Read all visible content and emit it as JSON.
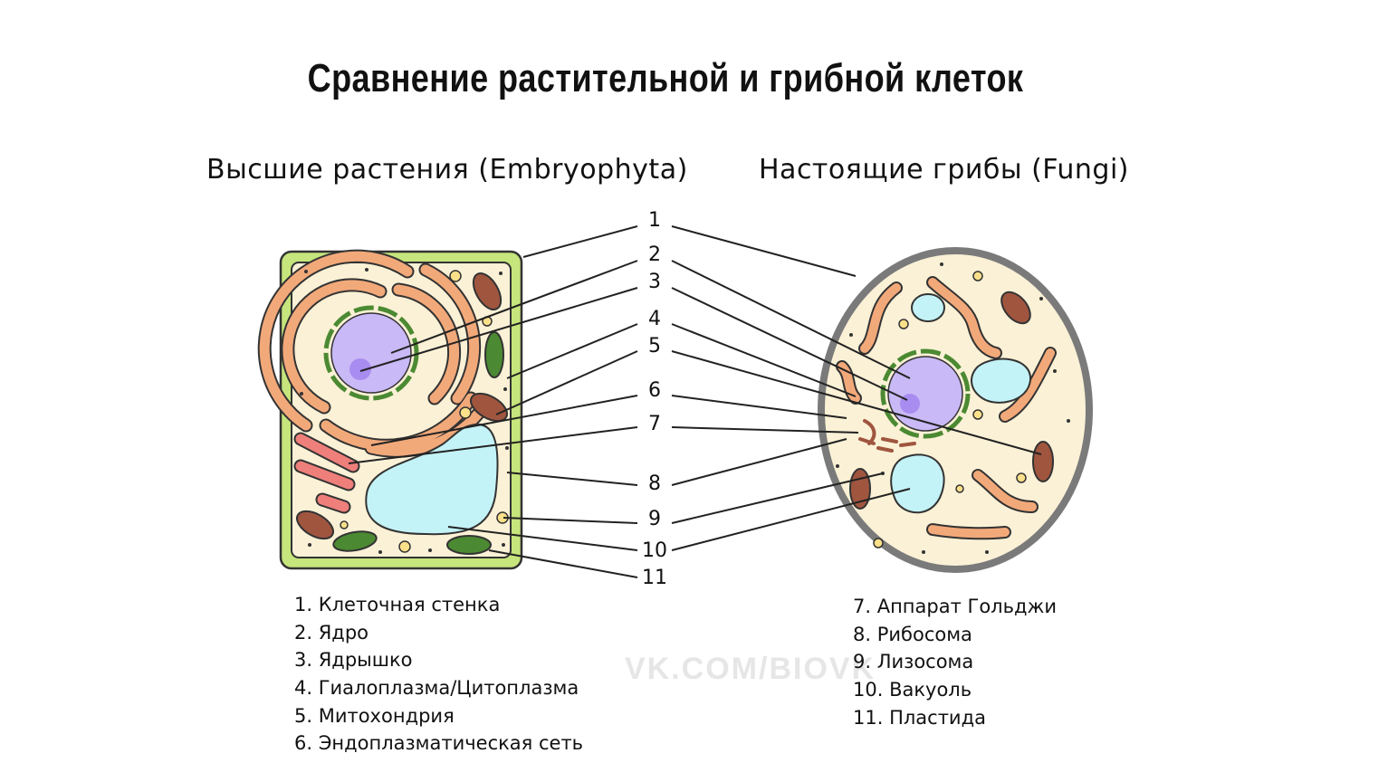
{
  "title": "Сравнение растительной и грибной клеток",
  "subtitles": {
    "plant": "Высшие растения (Embryophyta)",
    "fungi": "Настоящие грибы (Fungi)"
  },
  "numbers": [
    "1",
    "2",
    "3",
    "4",
    "5",
    "6",
    "7",
    "8",
    "9",
    "10",
    "11"
  ],
  "legend_left": [
    "1. Клеточная стенка",
    "2. Ядро",
    "3. Ядрышко",
    "4. Гиалоплазма/Цитоплазма",
    "5. Митохондрия",
    "6. Эндоплазматическая сеть"
  ],
  "legend_right": [
    "7. Аппарат Гольджи",
    "8. Рибосома",
    "9. Лизосома",
    "10. Вакуоль",
    "11. Пластида"
  ],
  "watermark": "VK.COM/BIOVK",
  "colors": {
    "cell_wall_plant": "#c6e57c",
    "cytoplasm": "#fbf1d6",
    "nucleus": "#c9b9f6",
    "er": "#f2a97a",
    "rough_er": "#ee7f7a",
    "vacuole": "#c4f3f7",
    "mitochondria": "#a0553f",
    "chloroplast": "#4b8a32",
    "fungal_wall": "#7a7a7a"
  }
}
